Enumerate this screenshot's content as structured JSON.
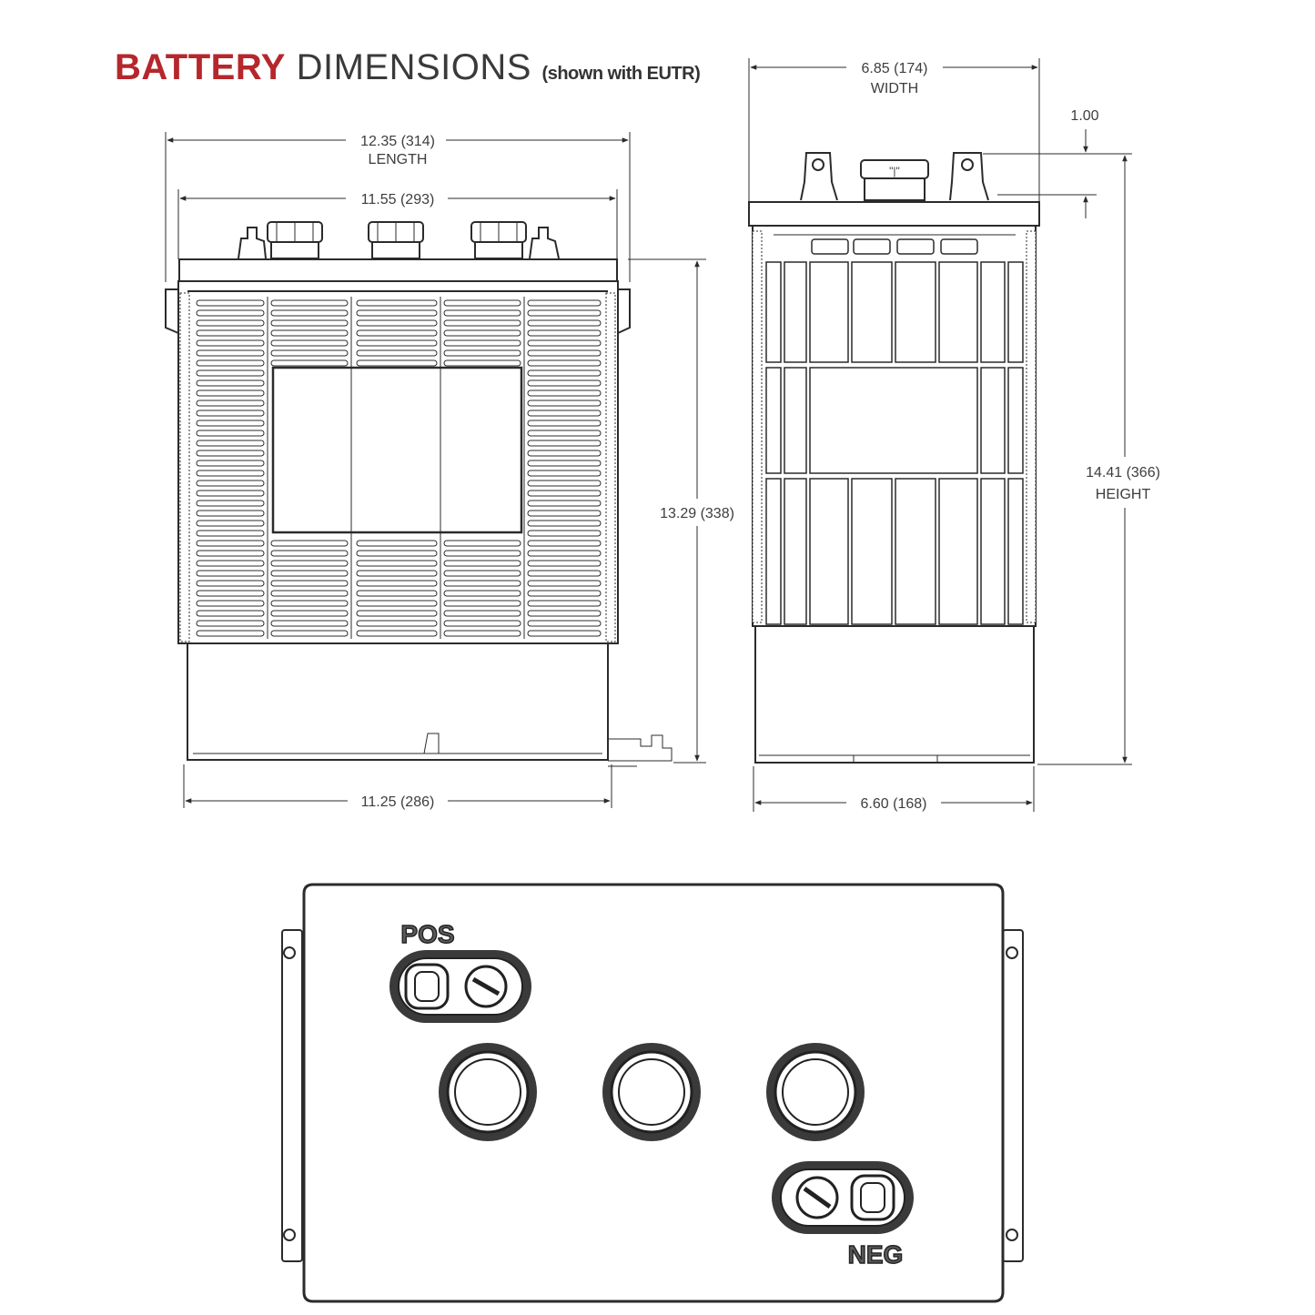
{
  "title": {
    "accent": "BATTERY",
    "main": "DIMENSIONS",
    "note": "(shown with EUTR)"
  },
  "side_view": {
    "overall_length": "12.35 (314)",
    "overall_length_label": "LENGTH",
    "lid_length": "11.55 (293)",
    "case_height": "13.29 (338)",
    "base_length": "11.25 (286)"
  },
  "end_view": {
    "width": "6.85 (174)",
    "width_label": "WIDTH",
    "terminal_height": "1.00",
    "overall_height": "14.41 (366)",
    "overall_height_label": "HEIGHT",
    "base_width": "6.60 (168)"
  },
  "top_view": {
    "positive_label": "POS",
    "negative_label": "NEG"
  },
  "colors": {
    "accent": "#b5272c",
    "line": "#2b2b2b",
    "text": "#3d3d3d"
  }
}
